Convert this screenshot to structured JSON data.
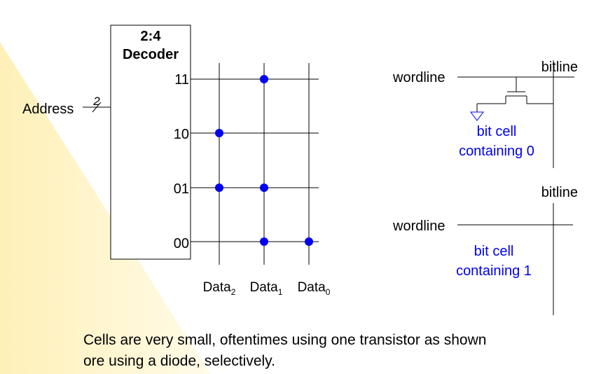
{
  "decoder": {
    "title_line1": "2:4",
    "title_line2": "Decoder",
    "address_label": "Address",
    "address_bus_width": "2",
    "outputs": [
      "11",
      "10",
      "01",
      "00"
    ]
  },
  "data_columns": [
    {
      "base": "Data",
      "sub": "2"
    },
    {
      "base": "Data",
      "sub": "1"
    },
    {
      "base": "Data",
      "sub": "0"
    }
  ],
  "rom_cells": {
    "rows": [
      "11",
      "10",
      "01",
      "00"
    ],
    "bits": [
      [
        0,
        1,
        0
      ],
      [
        1,
        0,
        0
      ],
      [
        1,
        1,
        0
      ],
      [
        0,
        1,
        1
      ]
    ],
    "dot_color": "#0000ee"
  },
  "bitcell0": {
    "bitline_label": "bitline",
    "wordline_label": "wordline",
    "desc_line1": "bit cell",
    "desc_line2": "containing 0"
  },
  "bitcell1": {
    "bitline_label": "bitline",
    "wordline_label": "wordline",
    "desc_line1": "bit cell",
    "desc_line2": "containing 1"
  },
  "caption": {
    "line1": "Cells are very small, oftentimes using one transistor as shown",
    "line2": "ore using a diode, selectively."
  },
  "colors": {
    "accent_blue": "#0000ee",
    "background_wedge": "#fff3c4"
  }
}
